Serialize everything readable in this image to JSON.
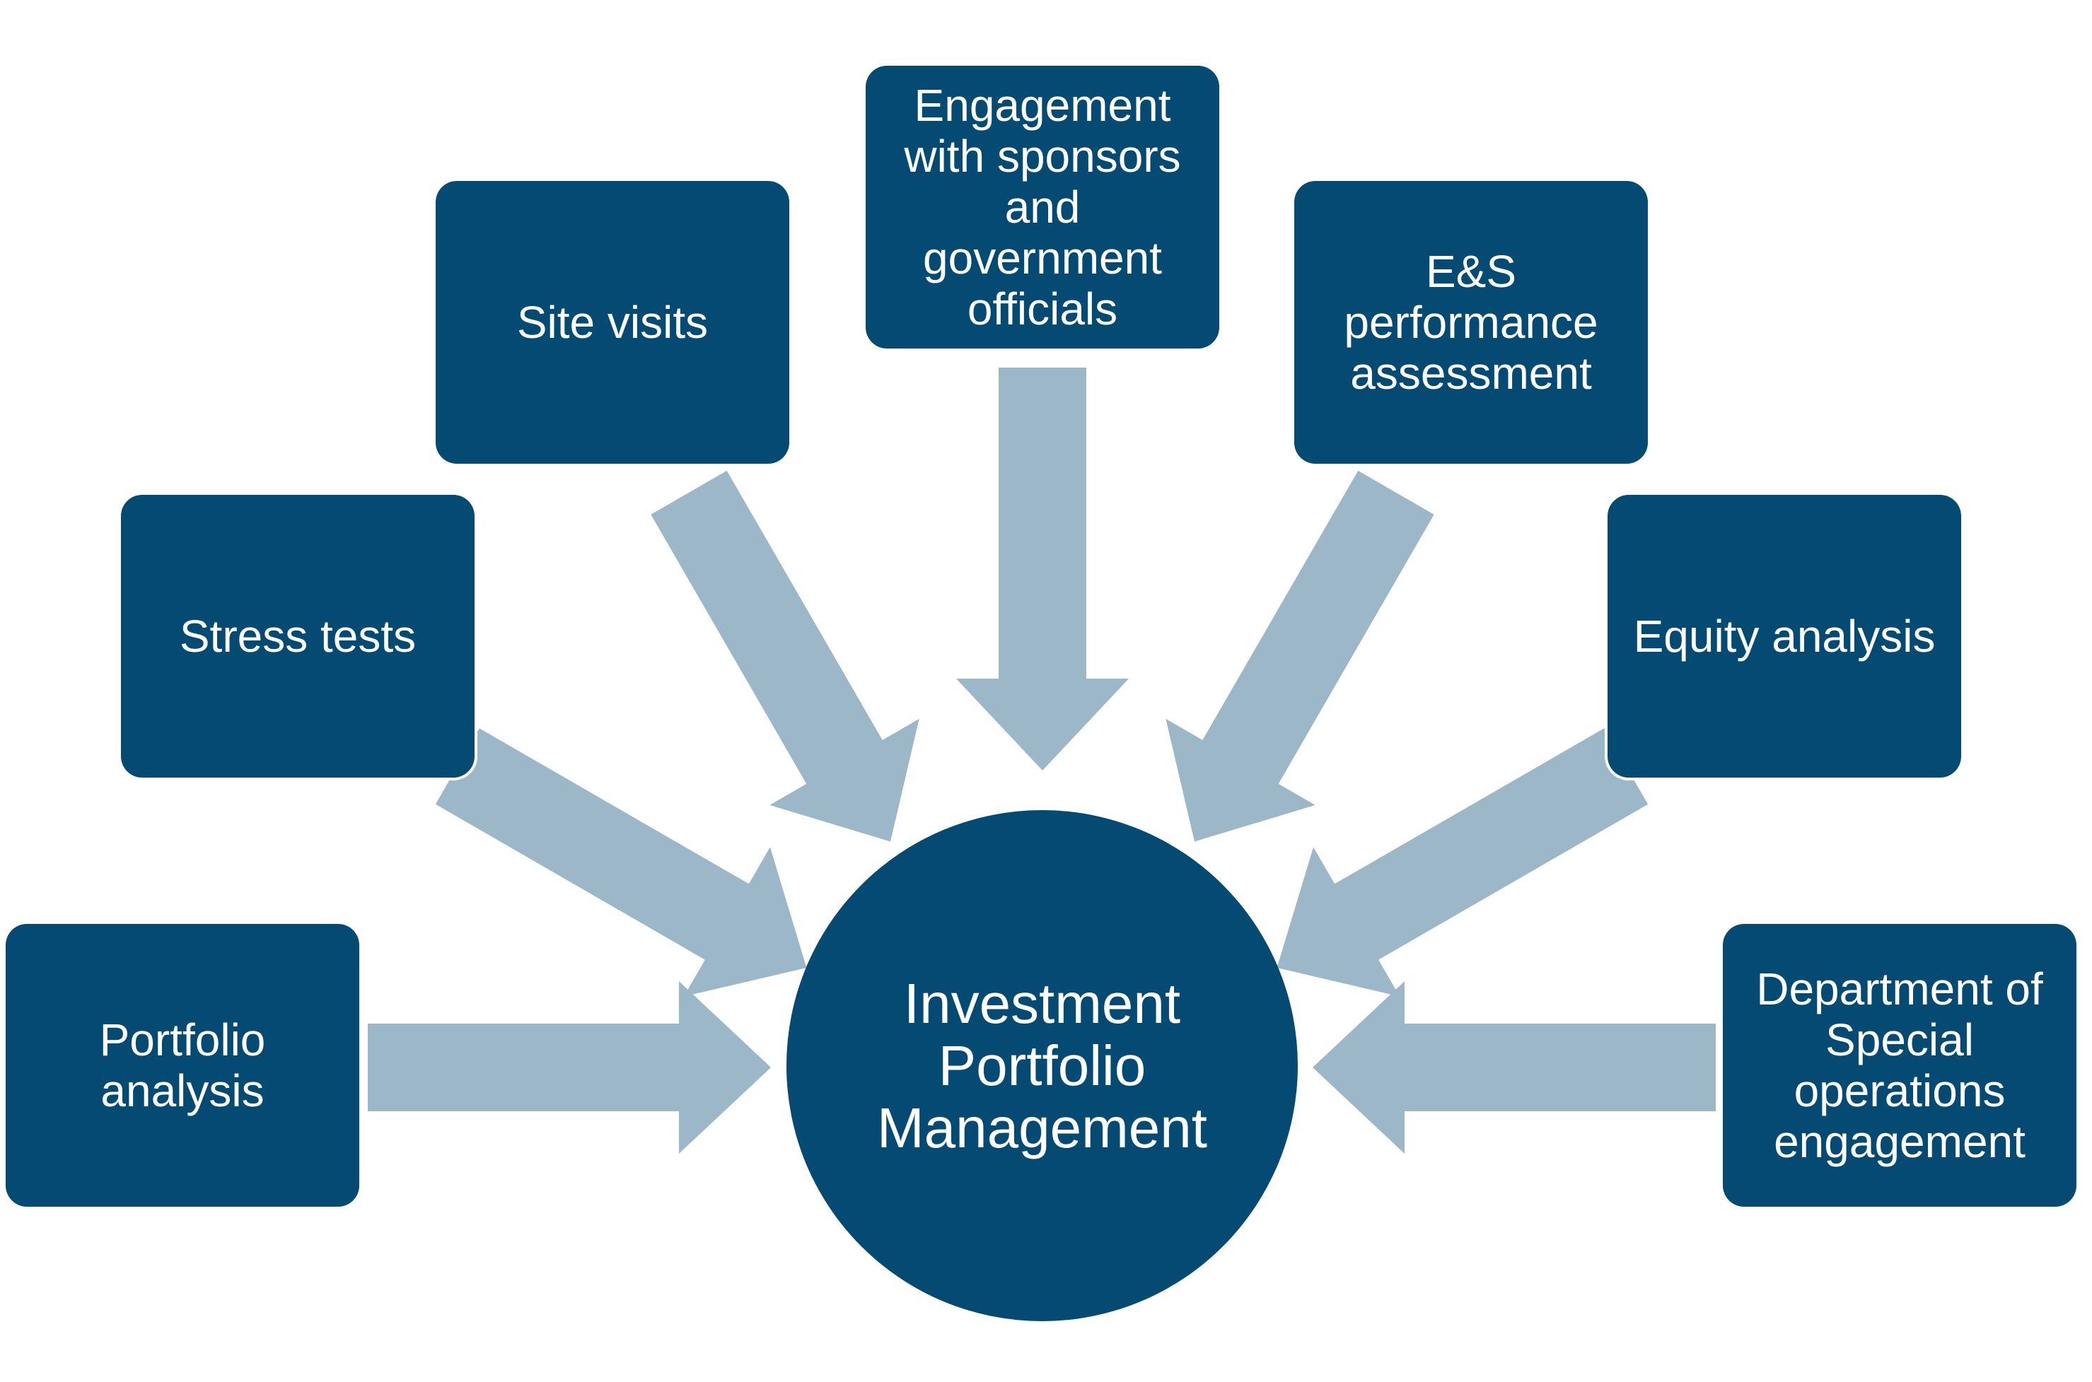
{
  "colors": {
    "box_fill": "#044a72",
    "arrow_fill": "#9cb7c7",
    "text": "#ffffff",
    "background": "#ffffff"
  },
  "center": {
    "label": "Investment\nPortfolio\nManagement"
  },
  "nodes": [
    {
      "id": "portfolio-analysis",
      "label": "Portfolio\nanalysis"
    },
    {
      "id": "stress-tests",
      "label": "Stress tests"
    },
    {
      "id": "site-visits",
      "label": "Site visits"
    },
    {
      "id": "engagement",
      "label": "Engagement\nwith sponsors\nand\ngovernment\nofficials"
    },
    {
      "id": "es-performance",
      "label": "E&S\nperformance\nassessment"
    },
    {
      "id": "equity-analysis",
      "label": "Equity analysis"
    },
    {
      "id": "dept-special-ops",
      "label": "Department of\nSpecial\noperations\nengagement"
    }
  ]
}
